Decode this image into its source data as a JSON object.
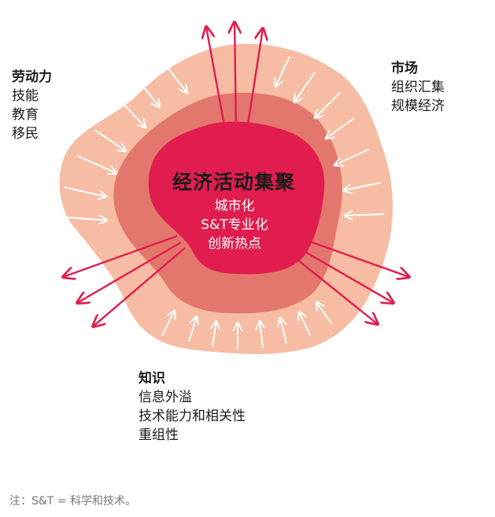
{
  "colors": {
    "outer_ring": "#f7bda4",
    "middle_ring": "#e4776d",
    "core": "#e01d4e",
    "inward_arrow": "#ffffff",
    "outward_arrow": "#e01d4e"
  },
  "center": {
    "title": "经济活动集聚",
    "lines": [
      "城市化",
      "S&T专业化",
      "创新热点"
    ]
  },
  "labor": {
    "title": "劳动力",
    "items": [
      "技能",
      "教育",
      "移民"
    ]
  },
  "market": {
    "title": "市场",
    "items": [
      "组织汇集",
      "规模经济"
    ]
  },
  "knowledge": {
    "title": "知识",
    "items": [
      "信息外溢",
      "技术能力和相关性",
      "重组性"
    ]
  },
  "footnote": "注：S&T = 科学和技术。"
}
